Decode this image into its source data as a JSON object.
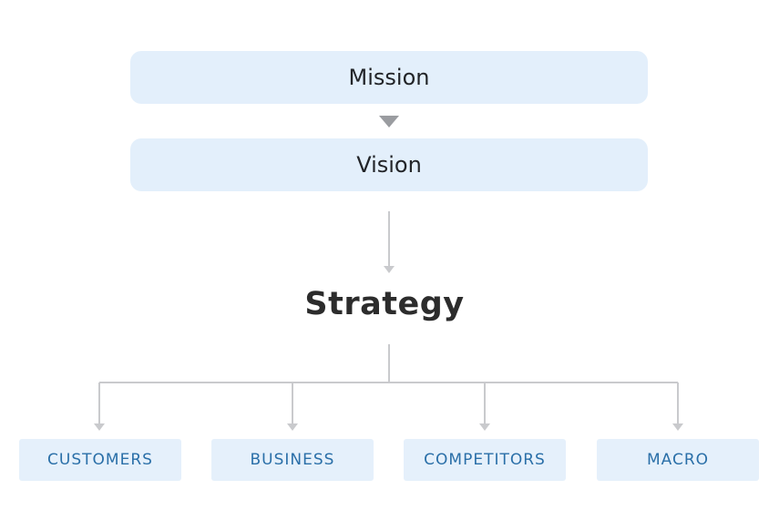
{
  "mission": {
    "label": "Mission"
  },
  "vision": {
    "label": "Vision"
  },
  "strategy": {
    "label": "Strategy"
  },
  "factors": [
    {
      "label": "CUSTOMERS"
    },
    {
      "label": "BUSINESS"
    },
    {
      "label": "COMPETITORS"
    },
    {
      "label": "MACRO"
    }
  ],
  "colors": {
    "box_fill": "#e3effb",
    "leaf_text": "#2a6fa8",
    "connector": "#c9cacd",
    "arrow_head": "#9a9ca0"
  }
}
